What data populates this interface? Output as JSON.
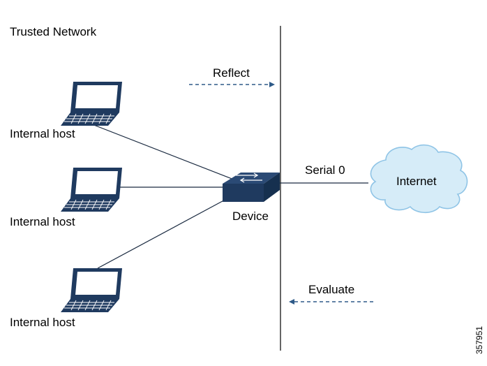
{
  "network_label": "Trusted Network",
  "hosts": [
    {
      "label": "Internal host"
    },
    {
      "label": "Internal host"
    },
    {
      "label": "Internal host"
    }
  ],
  "device_label": "Device",
  "interface_label": "Serial 0",
  "cloud_label": "Internet",
  "arrows": {
    "reflect_label": "Reflect",
    "evaluate_label": "Evaluate"
  },
  "figure_id": "357951",
  "colors": {
    "navy": "#1f3a5f",
    "screen": "#ffffff",
    "cloud_fill": "#d6ecf8",
    "cloud_stroke": "#8fc4e6",
    "arrow": "#2e5a88"
  }
}
